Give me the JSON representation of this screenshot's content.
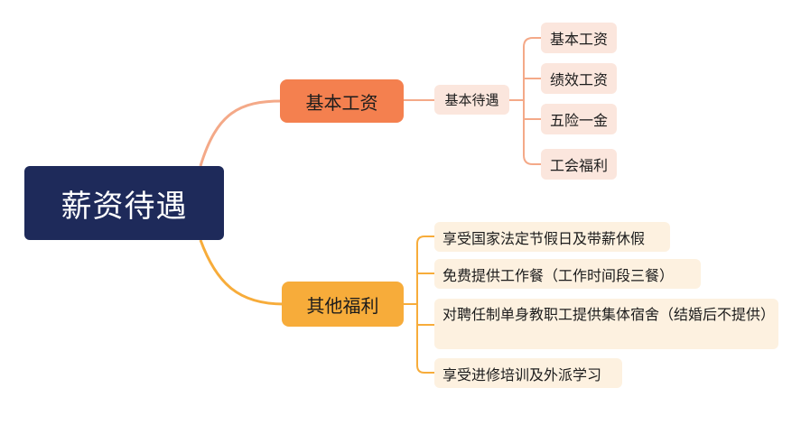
{
  "mindmap": {
    "root": "薪资待遇",
    "branches": [
      {
        "label": "基本工资",
        "color": "#f4804f",
        "child": {
          "label": "基本待遇",
          "leaves": [
            "基本工资",
            "绩效工资",
            "五险一金",
            "工会福利"
          ]
        }
      },
      {
        "label": "其他福利",
        "color": "#f7ac3a",
        "leaves": [
          "享受国家法定节假日及带薪休假",
          "免费提供工作餐（工作时间段三餐）",
          "对聘任制单身教职工提供集体宿舍（结婚后不提供）",
          "享受进修培训及外派学习"
        ]
      }
    ]
  },
  "colors": {
    "root_bg": "#1e2a5a",
    "branch1": "#f4804f",
    "branch1_leaf_bg": "#fbe6dd",
    "branch2": "#f7ac3a",
    "branch2_leaf_bg": "#fdf1e0"
  }
}
